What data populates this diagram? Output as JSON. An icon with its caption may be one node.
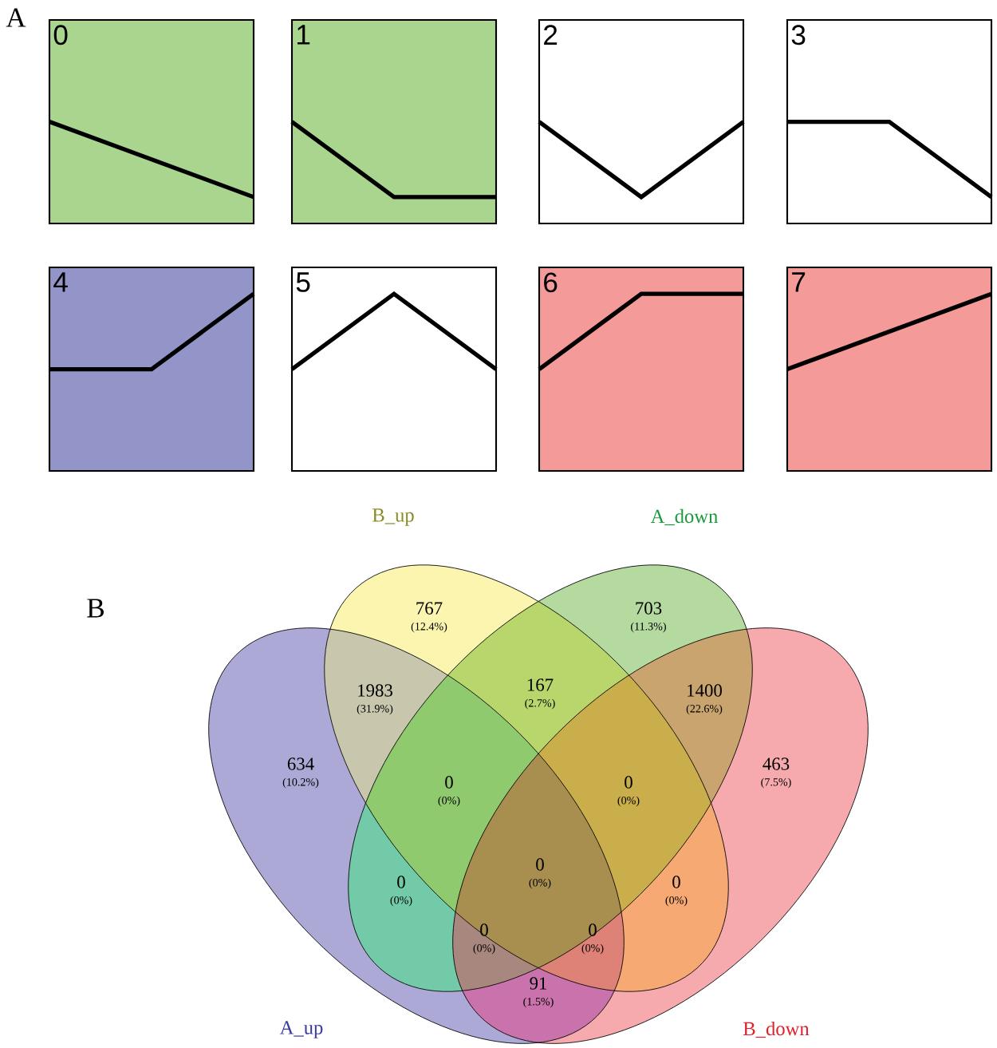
{
  "diagram": {
    "nodes": [
      {
        "text": [
          "0"
        ]
      },
      {
        "text": [
          "1"
        ]
      },
      {
        "text": [
          "2"
        ]
      },
      {
        "text": [
          "3"
        ]
      },
      {
        "text": [
          "4"
        ]
      },
      {
        "text": [
          "5"
        ]
      },
      {
        "text": [
          "6"
        ]
      },
      {
        "text": [
          "7"
        ]
      },
      {
        "text": [
          "A_up"
        ]
      },
      {
        "text": [
          "B_up"
        ]
      },
      {
        "text": [
          "A_down"
        ]
      },
      {
        "text": [
          "B_down"
        ]
      }
    ],
    "labels": [
      "A",
      "B",
      "767",
      "(12.4%)",
      "703",
      "(11.3%)",
      "1983",
      "(31.9%)",
      "167",
      "(2.7%)",
      "1400",
      "(22.6%)",
      "634",
      "(10.2%)",
      "463",
      "(7.5%)",
      "0",
      "(0%)",
      "0",
      "(0%)",
      "0",
      "(0%)",
      "0",
      "(0%)",
      "0",
      "(0%)",
      "0",
      "(0%)",
      "0",
      "(0%)",
      "91",
      "(1.5%)"
    ]
  }
}
